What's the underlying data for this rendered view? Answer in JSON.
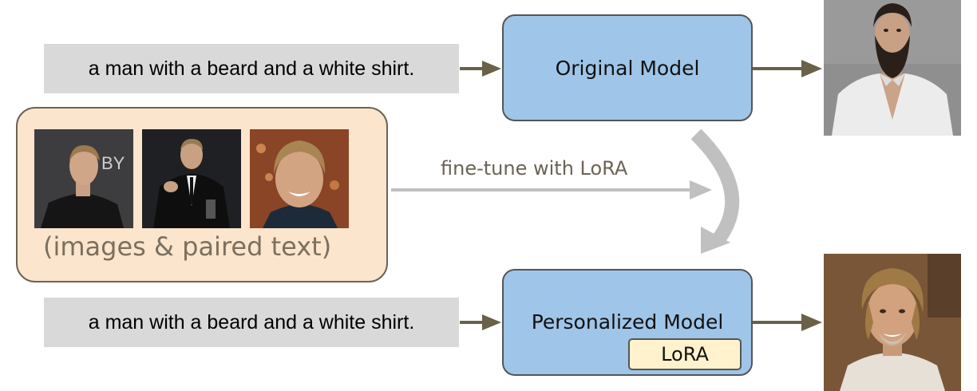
{
  "top_prompt": "a man with a beard and a white shirt.",
  "bottom_prompt": "a man with a beard and a white shirt.",
  "original_model_label": "Original Model",
  "personalized_model_label": "Personalized Model",
  "lora_badge_label": "LoRA",
  "finetune_label": "fine-tune with LoRA",
  "dataset_caption": "(images & paired text)",
  "dataset_photo_backdrop_text": "BY",
  "colors": {
    "model_fill": "#9fc5e8",
    "lora_fill": "#fff2cc",
    "panel_fill": "#fce5cd",
    "prompt_fill": "#d9d9d9",
    "arrow_dark": "#6b6048",
    "arrow_light": "#c0c0c0"
  }
}
